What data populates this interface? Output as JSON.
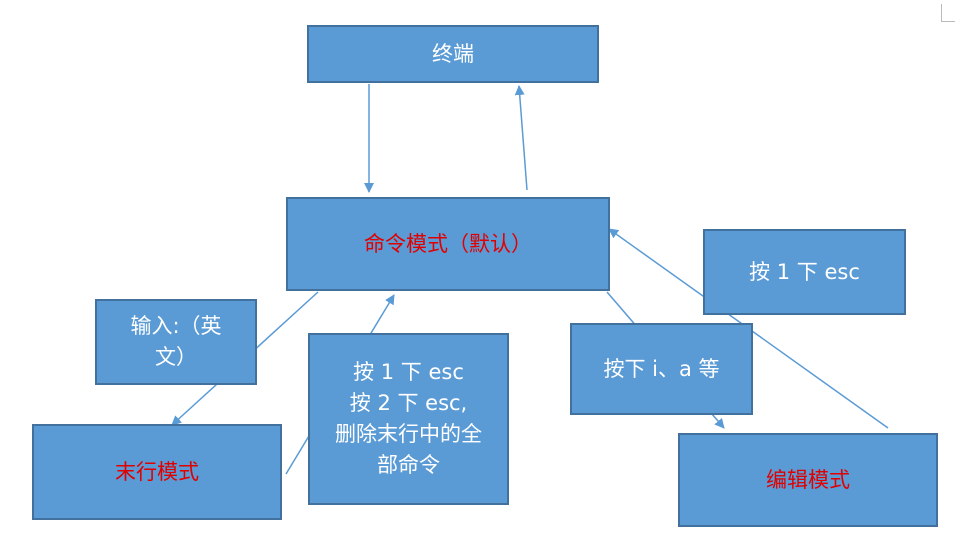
{
  "nodes": {
    "terminal": "终端",
    "command_mode": "命令模式（默认）",
    "last_line_mode": "末行模式",
    "edit_mode": "编辑模式"
  },
  "labels": {
    "input_colon": "输入:（英\n文）",
    "esc_back": "按 1 下 esc\n按 2 下 esc,\n删除末行中的全\n部命令",
    "press_i": "按下 i、a 等",
    "esc_once": "按 1 下 esc"
  },
  "colors": {
    "box_fill": "#5b9bd5",
    "box_border": "#41719c",
    "arrow": "#5b9bd5",
    "mode_text": "#e00000",
    "label_text": "#ffffff"
  }
}
